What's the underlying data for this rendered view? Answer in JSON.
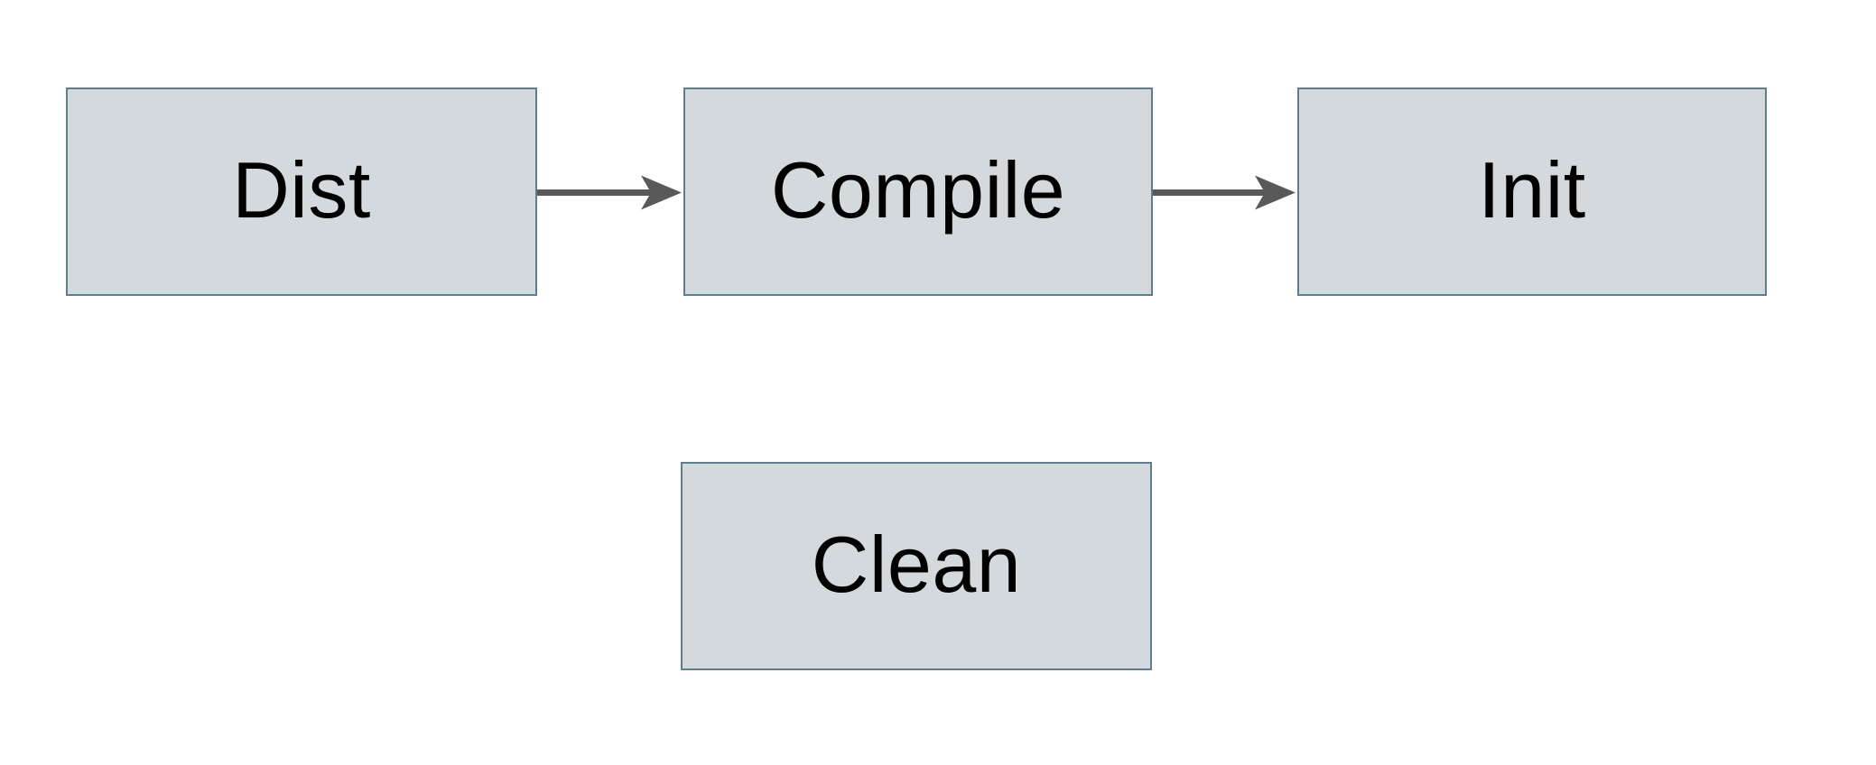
{
  "colors": {
    "canvas-bg": "#ffffff",
    "node-fill": "#d3d9dc",
    "node-border": "#5f7d8c",
    "arrow": "#595959",
    "label": "#000000"
  },
  "nodes": [
    {
      "id": "dist",
      "label": "Dist"
    },
    {
      "id": "compile",
      "label": "Compile"
    },
    {
      "id": "init",
      "label": "Init"
    },
    {
      "id": "clean",
      "label": "Clean"
    }
  ],
  "edges": [
    {
      "from": "Dist",
      "to": "Compile"
    },
    {
      "from": "Compile",
      "to": "Init"
    }
  ]
}
